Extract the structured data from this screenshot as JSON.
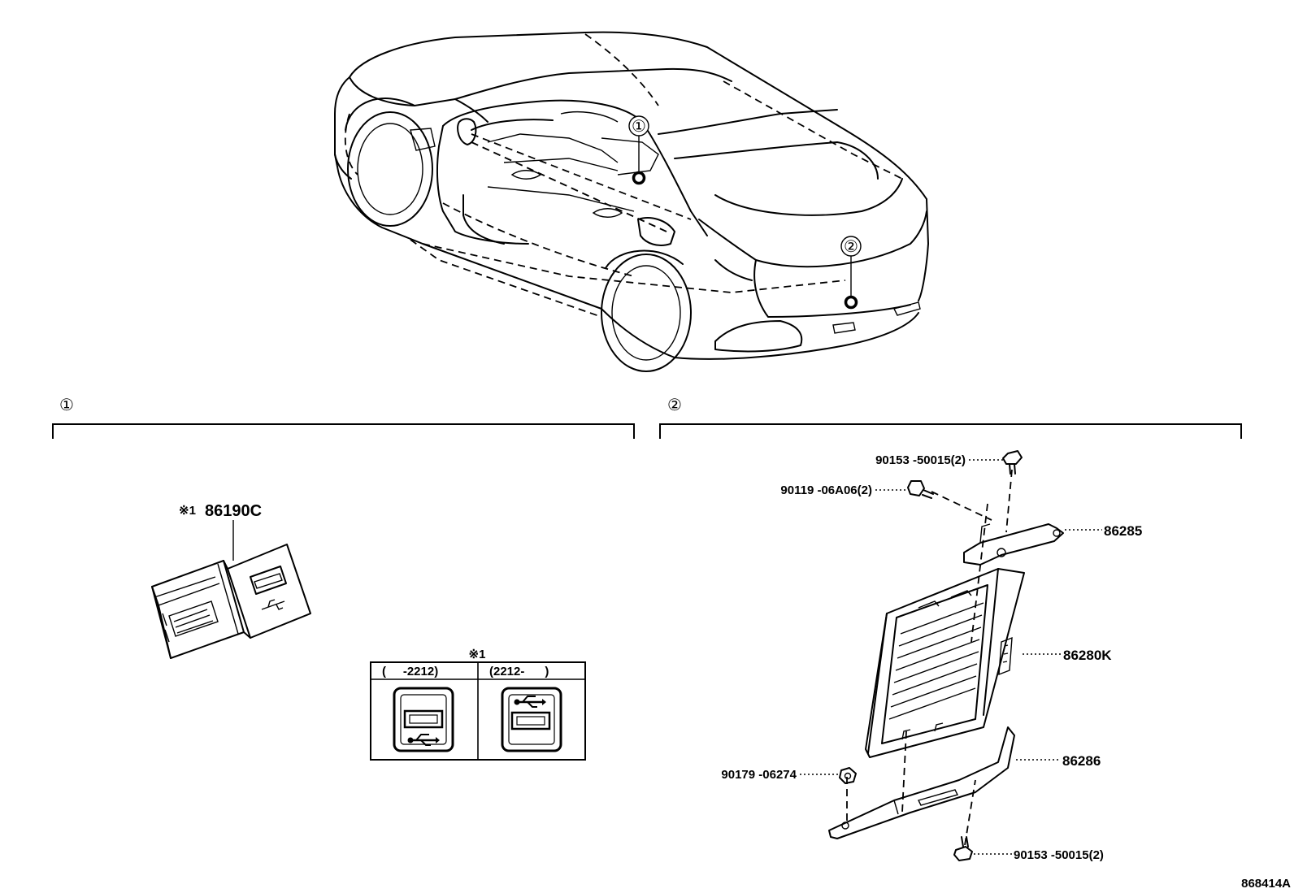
{
  "callouts": {
    "one": "①",
    "two": "②"
  },
  "section1": {
    "marker": "①",
    "part_note": "※1",
    "part_number": "86190C",
    "usb_icon": "usb-icon",
    "inset": {
      "note": "※1",
      "col_left": "(     -2212)",
      "col_right": "(2212-      )"
    }
  },
  "section2": {
    "marker": "②",
    "parts": [
      "90153 -50015(2)",
      "90119 -06A06(2)",
      "86285",
      "86280K",
      "86286",
      "90179 -06274",
      "90153 -50015(2)"
    ]
  },
  "drawing_code": "868414A"
}
